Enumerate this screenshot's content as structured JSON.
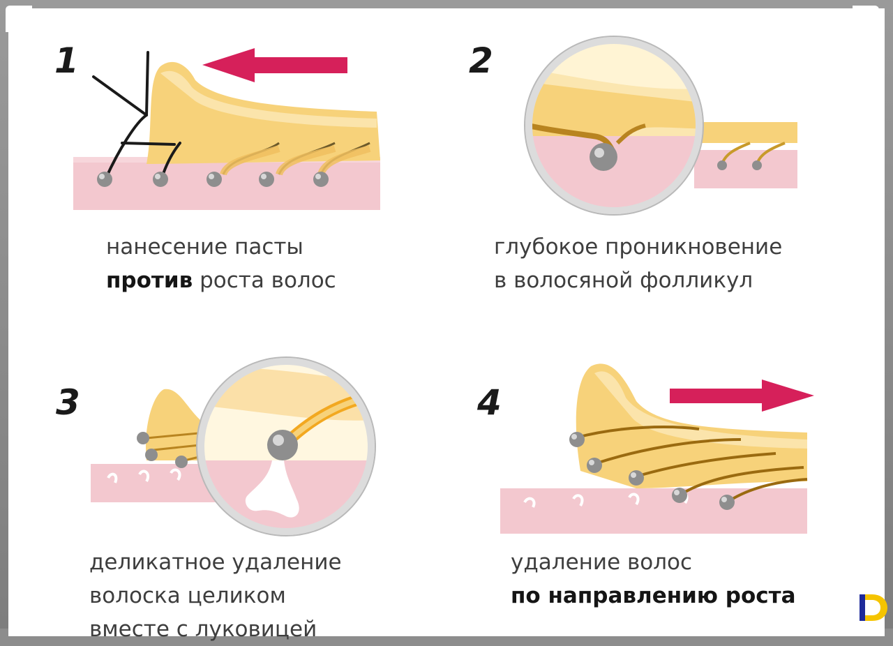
{
  "steps": [
    {
      "number": "1",
      "caption": {
        "line1": "нанесение пасты",
        "line2_bold": "против",
        "line2_rest": " роста волос"
      }
    },
    {
      "number": "2",
      "caption": {
        "line1": "глубокое проникновение",
        "line2": "в волосяной фолликул"
      }
    },
    {
      "number": "3",
      "caption": {
        "line1": "деликатное удаление",
        "line2": "волоска целиком",
        "line3": "вместе с луковицей"
      }
    },
    {
      "number": "4",
      "caption": {
        "line1": "удаление волос",
        "line2_bold": "по направлению роста"
      }
    }
  ],
  "colors": {
    "paste": "#f7d27a",
    "paste_light": "#fbe6b0",
    "skin": "#f3c8cf",
    "arrow": "#d6205a",
    "hair_bulb": "#8e8e8e",
    "logo_yellow": "#f5c400",
    "logo_blue": "#1e2a9a"
  },
  "icons": [
    "arrow-left-icon",
    "arrow-right-icon",
    "magnifier-circle-icon",
    "brand-logo-icon"
  ]
}
